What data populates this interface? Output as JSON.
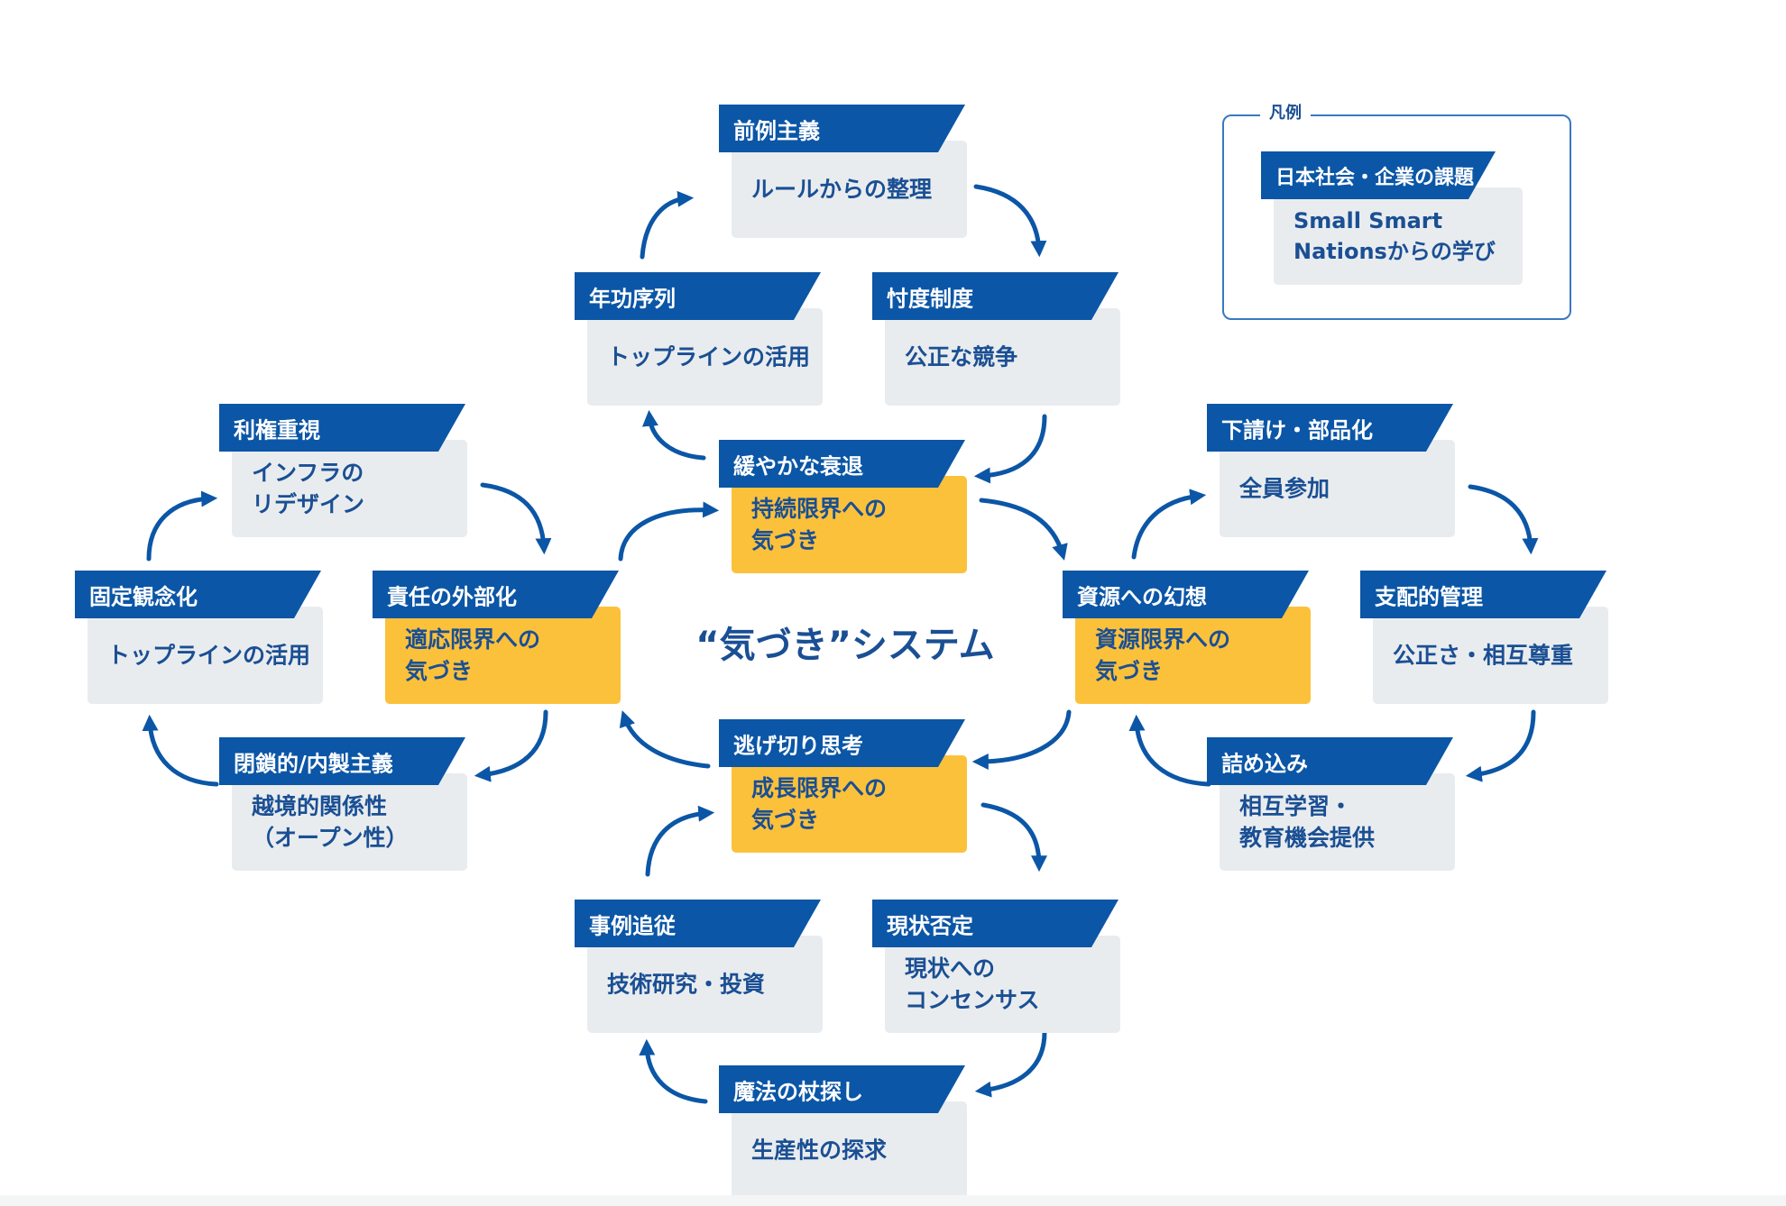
{
  "diagram": {
    "center_title": "“気づき”システム",
    "legend": {
      "title": "凡例",
      "challenge_label": "日本社会・企業の課題",
      "lesson_label": "Small Smart\nNationsからの学び"
    },
    "hubs": {
      "top": {
        "challenge": "緩やかな衰退",
        "awareness": "持続限界への\n気づき"
      },
      "left": {
        "challenge": "責任の外部化",
        "awareness": "適応限界への\n気づき"
      },
      "right": {
        "challenge": "資源への幻想",
        "awareness": "資源限界への\n気づき"
      },
      "bottom": {
        "challenge": "逃げ切り思考",
        "awareness": "成長限界への\n気づき"
      }
    },
    "cycles": {
      "top": [
        {
          "challenge": "年功序列",
          "lesson": "トップラインの活用"
        },
        {
          "challenge": "前例主義",
          "lesson": "ルールからの整理"
        },
        {
          "challenge": "忖度制度",
          "lesson": "公正な競争"
        }
      ],
      "left": [
        {
          "challenge": "利権重視",
          "lesson": "インフラの\nリデザイン"
        },
        {
          "challenge": "固定観念化",
          "lesson": "トップラインの活用"
        },
        {
          "challenge": "閉鎖的/内製主義",
          "lesson": "越境的関係性\n（オープン性）"
        }
      ],
      "right": [
        {
          "challenge": "下請け・部品化",
          "lesson": "全員参加"
        },
        {
          "challenge": "支配的管理",
          "lesson": "公正さ・相互尊重"
        },
        {
          "challenge": "詰め込み",
          "lesson": "相互学習・\n教育機会提供"
        }
      ],
      "bottom": [
        {
          "challenge": "事例追従",
          "lesson": "技術研究・投資"
        },
        {
          "challenge": "現状否定",
          "lesson": "現状への\nコンセンサス"
        },
        {
          "challenge": "魔法の杖探し",
          "lesson": "生産性の探求"
        }
      ]
    },
    "colors": {
      "challenge_header": "#0b56a6",
      "lesson_box": "#e9ecee",
      "awareness_box": "#fcc13b",
      "text_blue": "#1a4f94",
      "arrow": "#0b56a6"
    }
  }
}
